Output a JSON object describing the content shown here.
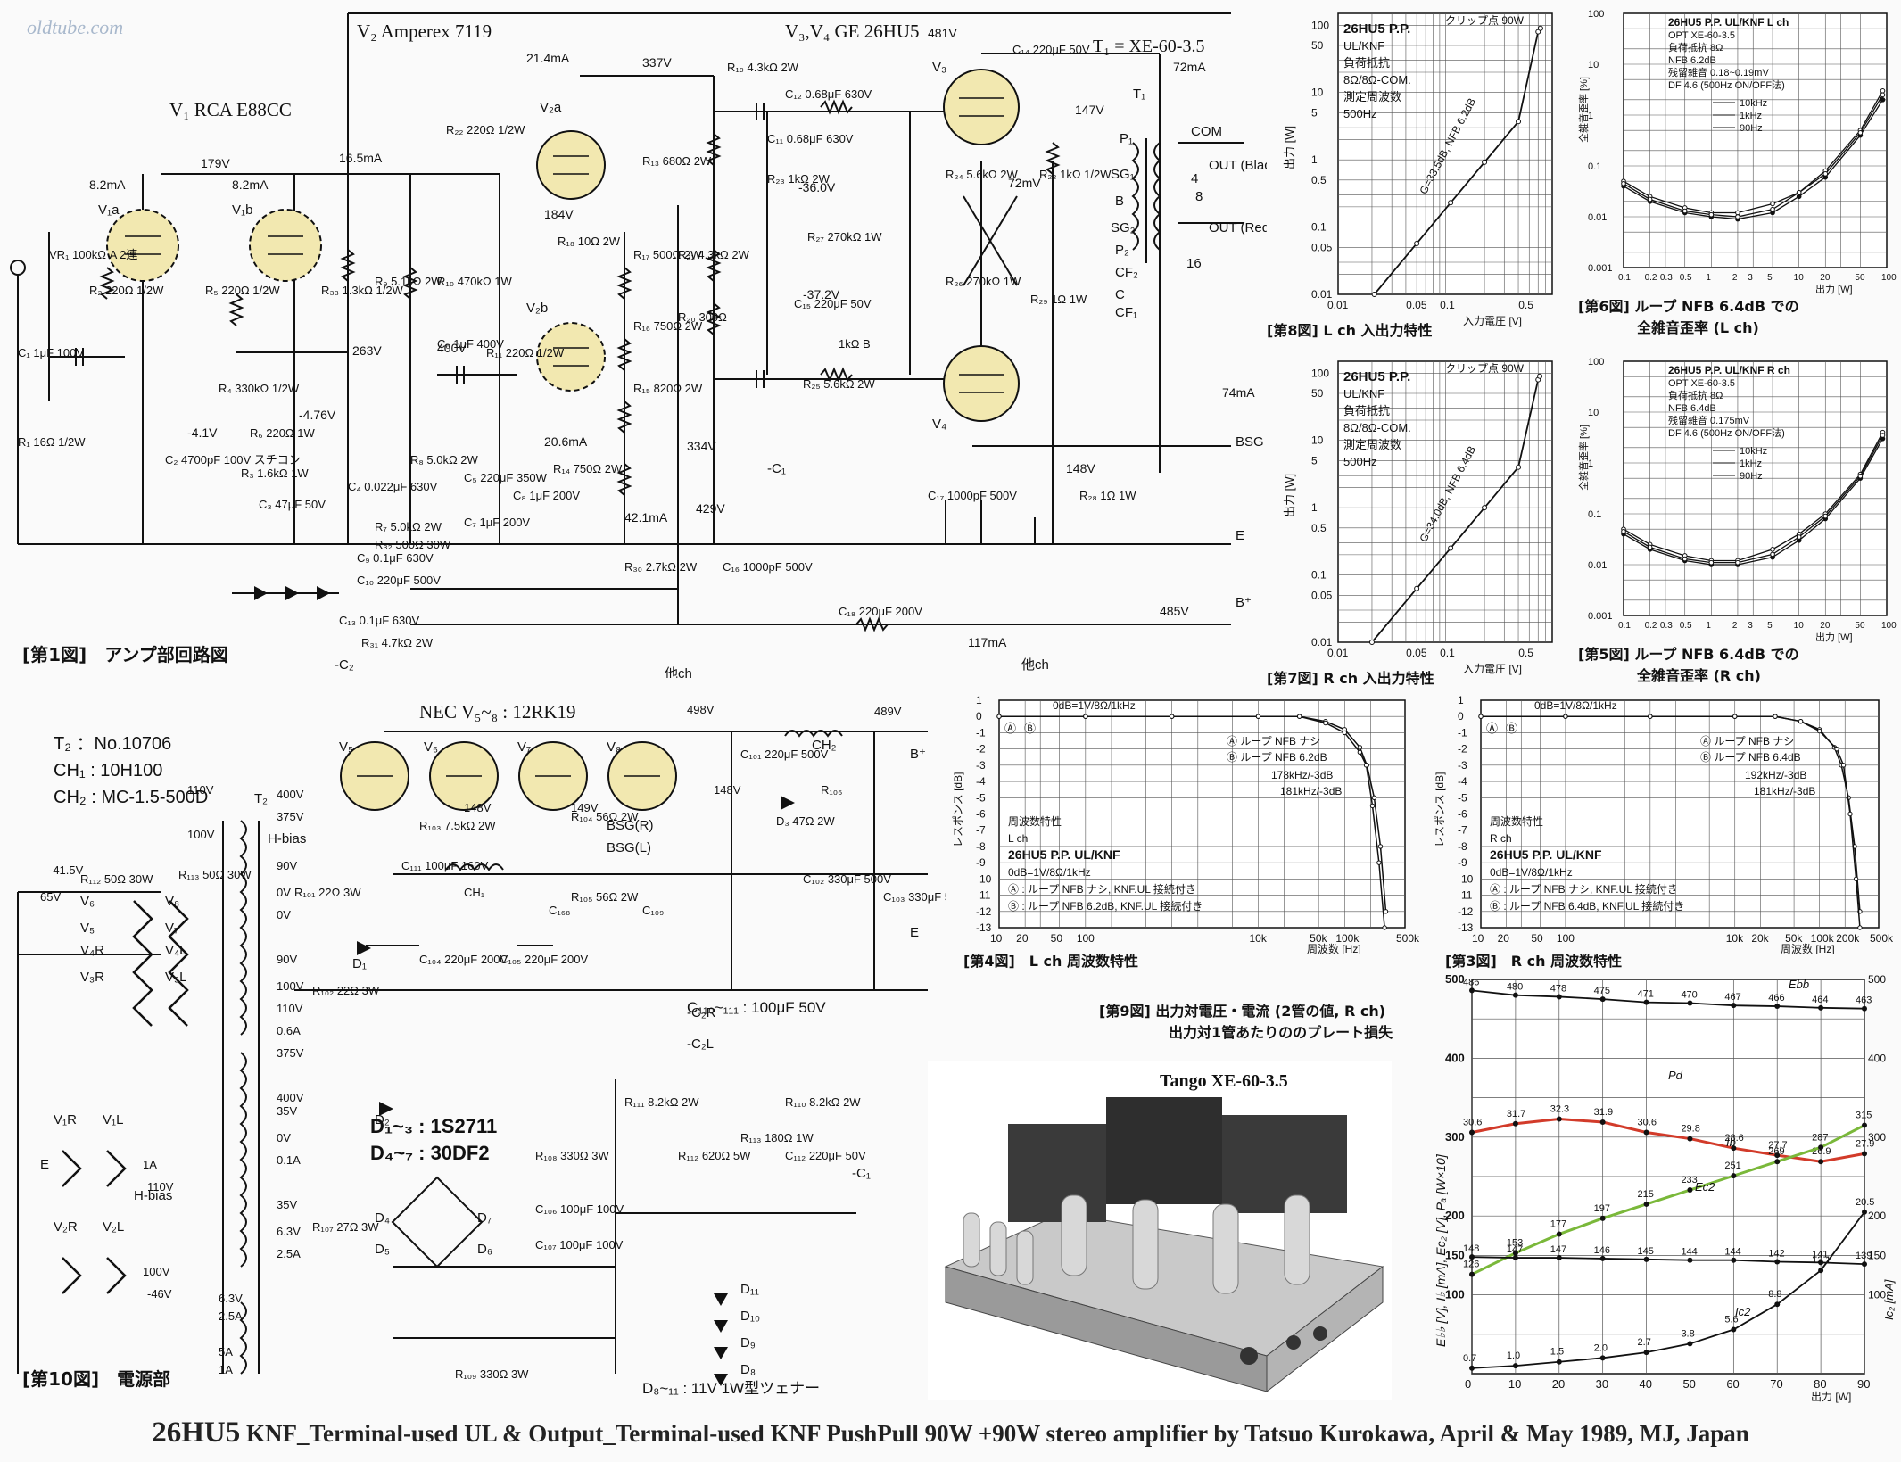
{
  "watermark": "oldtube.com",
  "amp_schematic": {
    "v1_label": "V₁ RCA E88CC",
    "v2_label": "V₂ Amperex 7119",
    "v34_label": "V₃,V₄ GE 26HU5",
    "t1_label": "T₁ = XE-60-3.5",
    "caption": "[第1図]　アンプ部回路図",
    "voltages": [
      "179V",
      "16.5mA",
      "8.2mA",
      "8.2mA",
      "21.4mA",
      "337V",
      "184V",
      "263V",
      "400V",
      "20.6mA",
      "334V",
      "429V",
      "481V",
      "147V",
      "72mA",
      "74mA",
      "148V",
      "485V",
      "117mA",
      "-4.1V",
      "-4.76V",
      "-36.0V",
      "-37.2V",
      "42.1mA",
      "72mV"
    ],
    "components": [
      "VR₁ 100kΩ A 2連",
      "R₂ 220Ω 1/2W",
      "C₁ 1μF 100V",
      "R₁ 16Ω 1/2W",
      "C₂ 4700pF 100V スチコン",
      "R₅ 220Ω 1/2W",
      "R₄ 330kΩ 1/2W",
      "R₆ 220Ω 1W",
      "R₃ 1.6kΩ 1W",
      "C₃ 47μF 50V",
      "R₃₃ 1.3kΩ 1/2W",
      "R₉ 5.1kΩ 2W",
      "R₁₀ 470kΩ 1W",
      "R₂₂ 220Ω 1/2W",
      "C₆ 1μF 400V",
      "R₁₁ 220Ω 1/2W",
      "C₄ 0.022μF 630V",
      "R₇ 5.0kΩ 2W",
      "R₈ 5.0kΩ 2W",
      "C₅ 220μF 350W",
      "C₇ 1μF 200V",
      "C₈ 1μF 200V",
      "R₁₈ 10Ω 2W",
      "R₁₇ 500Ω 2W",
      "R₁₆ 750Ω 2W",
      "R₁₅ 820Ω 2W",
      "R₁₄ 750Ω 2W",
      "R₁₃ 680Ω 2W",
      "R₂₁ 4.3kΩ 2W",
      "R₂₀ 300Ω",
      "R₁₉ 4.3kΩ 2W",
      "C₁₂ 0.68μF 630V",
      "C₁₁ 0.68μF 630V",
      "R₂₃ 1kΩ 2W",
      "R₂₇ 270kΩ 1W",
      "C₁₅ 220μF 50V",
      "1kΩ B",
      "R₂₅ 5.6kΩ 2W",
      "R₂₄ 5.6kΩ 2W",
      "R₂₆ 270kΩ 1W",
      "C₁₄ 220μF 50V",
      "R₂₂ 1kΩ 1/2W",
      "R₂₉ 1Ω 1W",
      "R₂₈ 1Ω 1W",
      "C₁₇ 1000pF 500V",
      "R₃₀ 2.7kΩ 2W",
      "C₁₆ 1000pF 500V",
      "C₁₈ 220μF 200V",
      "C₁₃ 0.1μF 630V",
      "C₉ 0.1μF 630V",
      "C₁₀ 220μF 500V",
      "R₃₂ 500Ω 30W",
      "R₃₁ 4.7kΩ 2W"
    ],
    "terminals": [
      "OUT (Black)",
      "OUT (Red)",
      "COM",
      "BSG",
      "E",
      "B⁺",
      "-C₁",
      "-C₂",
      "他ch",
      "他ch",
      "P₁",
      "SG₁",
      "B",
      "SG₂",
      "P₂",
      "CF₂",
      "C",
      "CF₁",
      "4",
      "8",
      "16",
      "V₁a",
      "V₁b",
      "V₂a",
      "V₂b",
      "V₃",
      "V₄",
      "T₁"
    ]
  },
  "psu_schematic": {
    "rectifier_label": "NEC V₅~₈ : 12RK19",
    "t2_info": [
      "T₂ ：No.10706",
      "CH₁ : 10H100",
      "CH₂ : MC-1.5-500D"
    ],
    "diode_info": [
      "D₁~₃ : 1S2711",
      "D₄~₇ : 30DF2"
    ],
    "caption": "[第10図]　電源部",
    "zener_note": "D₈~₁₁ : 11V 1W型ツェナー",
    "c110_note": "C₁₁₀~₁₁₁ : 100μF 50V",
    "voltages": [
      "498V",
      "489V",
      "148V",
      "149V",
      "148V",
      "400V",
      "375V",
      "110V",
      "100V",
      "90V",
      "0V",
      "0V",
      "90V",
      "100V",
      "110V",
      "0.6A",
      "375V",
      "400V",
      "35V",
      "0V",
      "0.1A",
      "35V",
      "6.3V",
      "2.5A",
      "6.3V",
      "2.5A",
      "5A",
      "1A",
      "1A",
      "110V",
      "100V",
      "-46V",
      "-41.5V",
      "65V"
    ],
    "components": [
      "C₁₀₁ 220μF 500V",
      "R₁₀₆",
      "D₃ 47Ω 2W",
      "C₁₀₂ 330μF 500V",
      "C₁₀₃ 330μF 500V",
      "R₁₀₃ 7.5kΩ 2W",
      "R₁₀₄ 56Ω 2W",
      "R₁₀₅ 56Ω 2W",
      "C₁₁₁ 100μF 160V",
      "R₁₀₁ 22Ω 3W",
      "CH₁",
      "C₁₀₄ 220μF 200V",
      "C₁₀₅ 220μF 200V",
      "R₁₀₂ 22Ω 3W",
      "R₁₁₂ 50Ω 30W",
      "R₁₁₃ 50Ω 30W",
      "R₁₀₇ 27Ω 3W",
      "R₁₀₈ 330Ω 3W",
      "C₁₀₆ 100μF 100V",
      "C₁₀₇ 100μF 100V",
      "R₁₀₉ 330Ω 3W",
      "R₁₁₀ 8.2kΩ 2W",
      "R₁₁₁ 8.2kΩ 2W",
      "R₁₁₂ 620Ω 5W",
      "R₁₁₃ 180Ω 1W",
      "C₁₁₂ 220μF 50V",
      "C₁₆₈",
      "C₁₀₉"
    ],
    "terminals": [
      "BSG(R)",
      "BSG(L)",
      "H-bias",
      "H-bias",
      "-C₂R",
      "-C₂L",
      "-C₁",
      "E",
      "E",
      "B⁺",
      "D₁",
      "D₂",
      "D₄",
      "D₅",
      "D₆",
      "D₇",
      "D₁₁",
      "D₁₀",
      "D₉",
      "D₈",
      "V₅",
      "V₆",
      "V₇",
      "V₈",
      "CH₂",
      "T₂",
      "V₆",
      "V₅",
      "V₄R",
      "V₃R",
      "V₈",
      "V₇",
      "V₄L",
      "V₃L",
      "V₁R",
      "V₁L",
      "V₂R",
      "V₂L"
    ]
  },
  "fig8": {
    "caption": "[第8図] L ch 入出力特性",
    "legend": [
      "26HU5 P.P.",
      "UL/KNF",
      "負荷抵抗",
      "8Ω/8Ω-COM.",
      "測定周波数",
      "500Hz"
    ],
    "clip": "クリップ点 90W",
    "gain_label": "G=33.5dB, NFB 6.2dB",
    "xlabel": "入力電圧 [V]",
    "ylabel": "出力 [W]"
  },
  "fig7": {
    "caption": "[第7図] R ch 入出力特性",
    "legend": [
      "26HU5 P.P.",
      "UL/KNF",
      "負荷抵抗",
      "8Ω/8Ω-COM.",
      "測定周波数",
      "500Hz"
    ],
    "clip": "クリップ点 90W",
    "gain_label": "G=34.0dB, NFB 6.4dB",
    "xlabel": "入力電圧 [V]",
    "ylabel": "出力 [W]"
  },
  "fig6": {
    "caption_a": "[第6図] ループ NFB 6.4dB での",
    "caption_b": "全雑音歪率 (L ch)",
    "legend": [
      "26HU5 P.P. UL/KNF L ch",
      "OPT XE-60-3.5",
      "負荷抵抗 8Ω",
      "NFB 6.2dB",
      "残留雑音 0.18~0.19mV",
      "DF 4.6 (500Hz ON/OFF法)"
    ],
    "series": [
      "10kHz",
      "1kHz",
      "90Hz"
    ],
    "xlabel": "出力 [W]",
    "ylabel": "全雑音歪率 [%]"
  },
  "fig5": {
    "caption_a": "[第5図] ループ NFB 6.4dB での",
    "caption_b": "全雑音歪率 (R ch)",
    "legend": [
      "26HU5 P.P. UL/KNF R ch",
      "OPT XE-60-3.5",
      "負荷抵抗 8Ω",
      "NFB 6.4dB",
      "残留雑音 0.175mV",
      "DF 4.6 (500Hz ON/OFF法)"
    ],
    "series": [
      "10kHz",
      "1kHz",
      "90Hz"
    ],
    "xlabel": "出力 [W]",
    "ylabel": "全雑音歪率 [%]"
  },
  "fig4": {
    "caption": "[第4図]　L ch 周波数特性",
    "ref": "0dB=1V/8Ω/1kHz",
    "curve_a": "ループ NFB ナシ",
    "curve_b": "ループ NFB 6.2dB",
    "corner_b": "178kHz/-3dB",
    "corner_a": "181kHz/-3dB",
    "legend": [
      "周波数特性",
      "L ch",
      "26HU5 P.P. UL/KNF",
      "0dB=1V/8Ω/1kHz",
      "Ⓐ : ループ NFB ナシ, KNF.UL 接続付き",
      "Ⓑ : ループ NFB 6.2dB, KNF.UL 接続付き"
    ],
    "xlabel": "周波数 [Hz]",
    "ylabel": "レスポンス [dB]"
  },
  "fig3": {
    "caption": "[第3図]　R ch 周波数特性",
    "ref": "0dB=1V/8Ω/1kHz",
    "curve_a": "ループ NFB ナシ",
    "curve_b": "ループ NFB 6.4dB",
    "corner_b": "192kHz/-3dB",
    "corner_a": "181kHz/-3dB",
    "legend": [
      "周波数特性",
      "R ch",
      "26HU5 P.P. UL/KNF",
      "0dB=1V/8Ω/1kHz",
      "Ⓐ : ループ NFB ナシ, KNF.UL 接続付き",
      "Ⓑ : ループ NFB 6.4dB, KNF.UL 接続付き"
    ],
    "xlabel": "周波数 [Hz]",
    "ylabel": "レスポンス [dB]"
  },
  "fig9": {
    "caption_a": "[第9図] 出力対電圧・電流 (2管の値, R ch)",
    "caption_b": "出力対1管あたりののプレート損失",
    "ylabel": "E♭♭ [V], I♭ [mA], Ec₂ [V], Pₐ [W×10]",
    "y2label": "Ic₂ [mA]",
    "xlabel": "出力 [W]"
  },
  "photo_label": "Tango XE-60-3.5",
  "footer": {
    "bold": "26HU5",
    "rest": " KNF_Terminal-used UL & Output_Terminal-used KNF PushPull 90W +90W stereo amplifier by Tatsuo Kurokawa,  April & May 1989, MJ, Japan"
  },
  "colors": {
    "pd": "#d23b2a",
    "ib": "#7ab83a",
    "ink": "#111111",
    "tube": "#f2e8b0"
  },
  "chart_data": [
    {
      "id": "fig9",
      "type": "line",
      "x": [
        0,
        10,
        20,
        30,
        40,
        50,
        60,
        70,
        80,
        90
      ],
      "xlim": [
        0,
        90
      ],
      "ylim": [
        0,
        500
      ],
      "y2lim": [
        0,
        500
      ],
      "series": [
        {
          "name": "Ebb",
          "values": [
            486,
            480,
            478,
            475,
            471,
            470,
            467,
            466,
            464,
            463
          ]
        },
        {
          "name": "Pd",
          "values": [
            306,
            317,
            323,
            319,
            306,
            298,
            286,
            277,
            269,
            279
          ]
        },
        {
          "name": "Ib",
          "values": [
            126,
            153,
            177,
            197,
            215,
            233,
            251,
            269,
            287,
            315
          ]
        },
        {
          "name": "Ec2",
          "values": [
            148,
            147,
            147,
            146,
            145,
            144,
            144,
            142,
            141,
            139
          ]
        },
        {
          "name": "Ic2",
          "values": [
            0.7,
            1.0,
            1.5,
            2.0,
            2.7,
            3.8,
            5.6,
            8.8,
            13.1,
            20.5
          ]
        }
      ],
      "xticks": [
        "0",
        "10",
        "20",
        "30",
        "40",
        "50",
        "60",
        "70",
        "80",
        "90"
      ],
      "yticks": [
        "100",
        "150",
        "200",
        "300",
        "400",
        "500"
      ],
      "y2ticks": [
        "100",
        "150",
        "200",
        "300",
        "400",
        "500"
      ],
      "point_labels": {
        "Ebb": [
          "486",
          "480",
          "478",
          "475",
          "471",
          "470",
          "467",
          "466",
          "464",
          "463"
        ],
        "Pd": [
          "30.6",
          "31.7",
          "32.3",
          "31.9",
          "30.6",
          "29.8",
          "28.6",
          "27.7",
          "26.9",
          "27.9"
        ],
        "Ib": [
          "126",
          "153",
          "177",
          "197",
          "215",
          "233",
          "251",
          "269",
          "287",
          "315"
        ],
        "Ec2": [
          "148",
          "147",
          "147",
          "146",
          "145",
          "144",
          "144",
          "142",
          "141",
          "139"
        ],
        "Ic2": [
          "0.7",
          "1.0",
          "1.5",
          "2.0",
          "2.7",
          "3.8",
          "5.6",
          "8.8",
          "13.1",
          "20.5"
        ]
      },
      "series_tags": {
        "Ebb": "Ebb",
        "Pd": "Pd",
        "Ib": "Ib",
        "Ec2": "Ec2",
        "Ic2": "Ic2"
      }
    },
    {
      "id": "fig4",
      "type": "line",
      "log_x": true,
      "xlim": [
        10,
        500000
      ],
      "ylim": [
        -13,
        1
      ],
      "xticks": [
        "10",
        "20",
        "50",
        "100",
        "10k",
        "50k",
        "100k",
        "500k"
      ],
      "yticks": [
        "1",
        "0",
        "-1",
        "-2",
        "-3",
        "-4",
        "-5",
        "-6",
        "-7",
        "-8",
        "-9",
        "-10",
        "-11",
        "-12",
        "-13"
      ],
      "series": [
        {
          "name": "Ⓐ",
          "x": [
            10,
            100,
            1000,
            10000,
            30000,
            60000,
            100000,
            150000,
            181000,
            220000,
            260000,
            300000
          ],
          "values": [
            0,
            0,
            0,
            0,
            0,
            -0.3,
            -0.8,
            -1.9,
            -3,
            -5,
            -8,
            -12
          ]
        },
        {
          "name": "Ⓑ",
          "x": [
            10,
            100,
            1000,
            10000,
            30000,
            60000,
            100000,
            150000,
            178000,
            210000,
            250000,
            290000
          ],
          "values": [
            0,
            0,
            0,
            0,
            0,
            -0.4,
            -1.0,
            -2.2,
            -3,
            -5.5,
            -9,
            -13
          ]
        }
      ]
    },
    {
      "id": "fig3",
      "type": "line",
      "log_x": true,
      "xlim": [
        10,
        500000
      ],
      "ylim": [
        -13,
        1
      ],
      "xticks": [
        "10",
        "20",
        "50",
        "100",
        "10k",
        "20k",
        "50k",
        "100k",
        "200k",
        "500k"
      ],
      "yticks": [
        "1",
        "0",
        "-1",
        "-2",
        "-3",
        "-4",
        "-5",
        "-6",
        "-7",
        "-8",
        "-9",
        "-10",
        "-11",
        "-12",
        "-13"
      ],
      "series": [
        {
          "name": "Ⓐ",
          "x": [
            10,
            100,
            1000,
            10000,
            30000,
            60000,
            100000,
            150000,
            181000,
            220000,
            260000,
            300000
          ],
          "values": [
            0,
            0,
            0,
            0,
            0,
            -0.3,
            -0.8,
            -1.9,
            -3,
            -5,
            -8,
            -12
          ]
        },
        {
          "name": "Ⓑ",
          "x": [
            10,
            100,
            1000,
            10000,
            30000,
            60000,
            100000,
            160000,
            192000,
            230000,
            270000,
            300000
          ],
          "values": [
            0,
            0,
            0,
            0,
            0,
            -0.3,
            -0.9,
            -2.0,
            -3,
            -6,
            -10,
            -13
          ]
        }
      ]
    },
    {
      "id": "fig8",
      "type": "line",
      "log_x": true,
      "log_y": true,
      "xlim": [
        0.01,
        0.8
      ],
      "ylim": [
        0.01,
        150
      ],
      "xticks": [
        "0.01",
        "0.05",
        "0.1",
        "0.5"
      ],
      "yticks": [
        "100",
        "50",
        "10",
        "5",
        "1",
        "0.5",
        "0.1",
        "0.05",
        "0.01"
      ],
      "series": [
        {
          "name": "",
          "x": [
            0.021,
            0.05,
            0.1,
            0.2,
            0.4,
            0.6,
            0.63
          ],
          "values": [
            0.01,
            0.057,
            0.23,
            0.92,
            3.7,
            80,
            90
          ]
        }
      ]
    },
    {
      "id": "fig7",
      "type": "line",
      "log_x": true,
      "log_y": true,
      "xlim": [
        0.01,
        0.8
      ],
      "ylim": [
        0.01,
        150
      ],
      "xticks": [
        "0.01",
        "0.05",
        "0.1",
        "0.5"
      ],
      "yticks": [
        "100",
        "50",
        "10",
        "5",
        "1",
        "0.5",
        "0.1",
        "0.05",
        "0.01"
      ],
      "series": [
        {
          "name": "",
          "x": [
            0.02,
            0.05,
            0.1,
            0.2,
            0.4,
            0.6,
            0.62
          ],
          "values": [
            0.01,
            0.063,
            0.25,
            1.0,
            4.0,
            80,
            90
          ]
        }
      ]
    },
    {
      "id": "fig6",
      "type": "line",
      "log_x": true,
      "log_y": true,
      "xlim": [
        0.1,
        100
      ],
      "ylim": [
        0.001,
        100
      ],
      "xticks": [
        "0.1",
        "0.2",
        "0.3",
        "0.5",
        "1",
        "2",
        "3",
        "5",
        "10",
        "20",
        "50",
        "100"
      ],
      "yticks": [
        "100",
        "10",
        "1",
        "0.1",
        "0.01",
        "0.001"
      ],
      "series": [
        {
          "name": "10kHz",
          "x": [
            0.1,
            0.2,
            0.5,
            1,
            2,
            5,
            10,
            20,
            50,
            90
          ],
          "values": [
            0.05,
            0.025,
            0.015,
            0.012,
            0.012,
            0.018,
            0.03,
            0.08,
            0.5,
            3
          ]
        },
        {
          "name": "1kHz",
          "x": [
            0.1,
            0.2,
            0.5,
            1,
            2,
            5,
            10,
            20,
            50,
            90
          ],
          "values": [
            0.04,
            0.02,
            0.012,
            0.01,
            0.009,
            0.012,
            0.025,
            0.06,
            0.4,
            2
          ]
        },
        {
          "name": "90Hz",
          "x": [
            0.1,
            0.2,
            0.5,
            1,
            2,
            5,
            10,
            20,
            50,
            90
          ],
          "values": [
            0.045,
            0.022,
            0.013,
            0.011,
            0.01,
            0.014,
            0.03,
            0.07,
            0.45,
            2.5
          ]
        }
      ]
    },
    {
      "id": "fig5",
      "type": "line",
      "log_x": true,
      "log_y": true,
      "xlim": [
        0.1,
        100
      ],
      "ylim": [
        0.001,
        100
      ],
      "xticks": [
        "0.1",
        "0.2",
        "0.3",
        "0.5",
        "1",
        "2",
        "3",
        "5",
        "10",
        "20",
        "50",
        "100"
      ],
      "yticks": [
        "100",
        "10",
        "1",
        "0.1",
        "0.01",
        "0.001"
      ],
      "series": [
        {
          "name": "10kHz",
          "x": [
            0.1,
            0.2,
            0.5,
            1,
            2,
            5,
            10,
            20,
            50,
            90
          ],
          "values": [
            0.05,
            0.025,
            0.015,
            0.012,
            0.012,
            0.02,
            0.04,
            0.1,
            0.6,
            4
          ]
        },
        {
          "name": "1kHz",
          "x": [
            0.1,
            0.2,
            0.5,
            1,
            2,
            5,
            10,
            20,
            50,
            90
          ],
          "values": [
            0.04,
            0.02,
            0.012,
            0.01,
            0.01,
            0.014,
            0.03,
            0.08,
            0.5,
            3
          ]
        },
        {
          "name": "90Hz",
          "x": [
            0.1,
            0.2,
            0.5,
            1,
            2,
            5,
            10,
            20,
            50,
            90
          ],
          "values": [
            0.045,
            0.022,
            0.013,
            0.011,
            0.011,
            0.016,
            0.035,
            0.09,
            0.55,
            3.5
          ]
        }
      ]
    }
  ]
}
